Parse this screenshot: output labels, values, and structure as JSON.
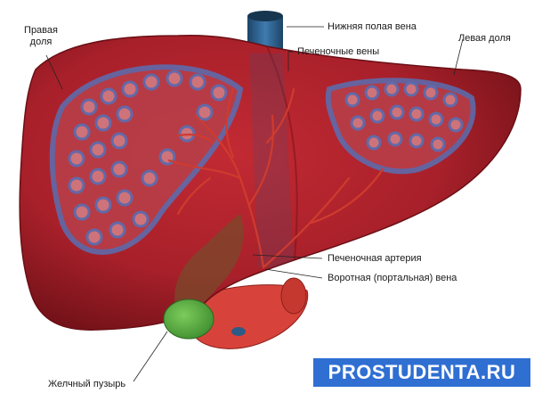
{
  "labels": {
    "right_lobe": "Правая доля",
    "inferior_vena_cava": "Нижняя полая вена",
    "hepatic_veins": "Печеночные вены",
    "left_lobe": "Левая доля",
    "hepatic_artery": "Печеночная артерия",
    "portal_vein": "Воротная (портальная) вена",
    "gallbladder": "Желчный пузырь"
  },
  "watermark": {
    "text": "PROSTUDENTA.RU",
    "color": "#2f6fd2"
  },
  "colors": {
    "liver": "#a8202a",
    "liver_dark": "#7a1219",
    "vessels": "#5a6fb3",
    "vena_cava": "#2c5b86",
    "artery": "#cf3b2e",
    "gallbladder": "#5fae45"
  }
}
